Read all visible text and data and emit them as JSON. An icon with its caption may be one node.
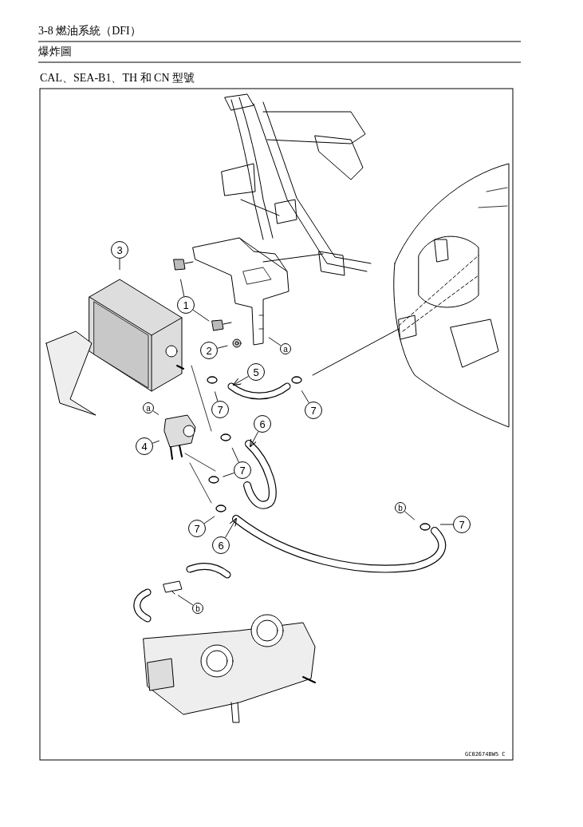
{
  "diagram": {
    "title": "3-8 燃油系統（DFI）",
    "nodes": [
      {
        "text": [
          "3"
        ]
      },
      {
        "text": [
          "1"
        ]
      },
      {
        "text": [
          "2"
        ]
      },
      {
        "text": [
          "a"
        ]
      },
      {
        "text": [
          "5"
        ]
      },
      {
        "text": [
          "7"
        ]
      },
      {
        "text": [
          "7"
        ]
      },
      {
        "text": [
          "a"
        ]
      },
      {
        "text": [
          "6"
        ]
      },
      {
        "text": [
          "4"
        ]
      },
      {
        "text": [
          "7"
        ]
      },
      {
        "text": [
          "b"
        ]
      },
      {
        "text": [
          "7"
        ]
      },
      {
        "text": [
          "7"
        ]
      },
      {
        "text": [
          "6"
        ]
      },
      {
        "text": [
          "b"
        ]
      }
    ],
    "edges": [
      {
        "from": 0,
        "to": null,
        "arrow": "none"
      },
      {
        "from": 1,
        "to": null,
        "arrow": "none"
      },
      {
        "from": 1,
        "to": null,
        "arrow": "none"
      },
      {
        "from": 2,
        "to": null,
        "arrow": "none"
      },
      {
        "from": 3,
        "to": null,
        "arrow": "none"
      },
      {
        "from": 4,
        "to": null,
        "arrow": "to"
      },
      {
        "from": 5,
        "to": null,
        "arrow": "none"
      },
      {
        "from": 6,
        "to": null,
        "arrow": "none"
      },
      {
        "from": 7,
        "to": null,
        "arrow": "none"
      },
      {
        "from": 8,
        "to": null,
        "arrow": "to"
      },
      {
        "from": 9,
        "to": null,
        "arrow": "none"
      },
      {
        "from": 10,
        "to": null,
        "arrow": "none"
      },
      {
        "from": 10,
        "to": null,
        "arrow": "none"
      },
      {
        "from": 11,
        "to": null,
        "arrow": "none"
      },
      {
        "from": 12,
        "to": null,
        "arrow": "none"
      },
      {
        "from": 13,
        "to": null,
        "arrow": "none"
      },
      {
        "from": 14,
        "to": null,
        "arrow": "to"
      },
      {
        "from": 15,
        "to": null,
        "arrow": "none"
      }
    ],
    "labels": [
      "爆炸圖",
      "CAL、SEA-B1、TH 和 CN 型號",
      "GC02674BW5 C"
    ]
  }
}
